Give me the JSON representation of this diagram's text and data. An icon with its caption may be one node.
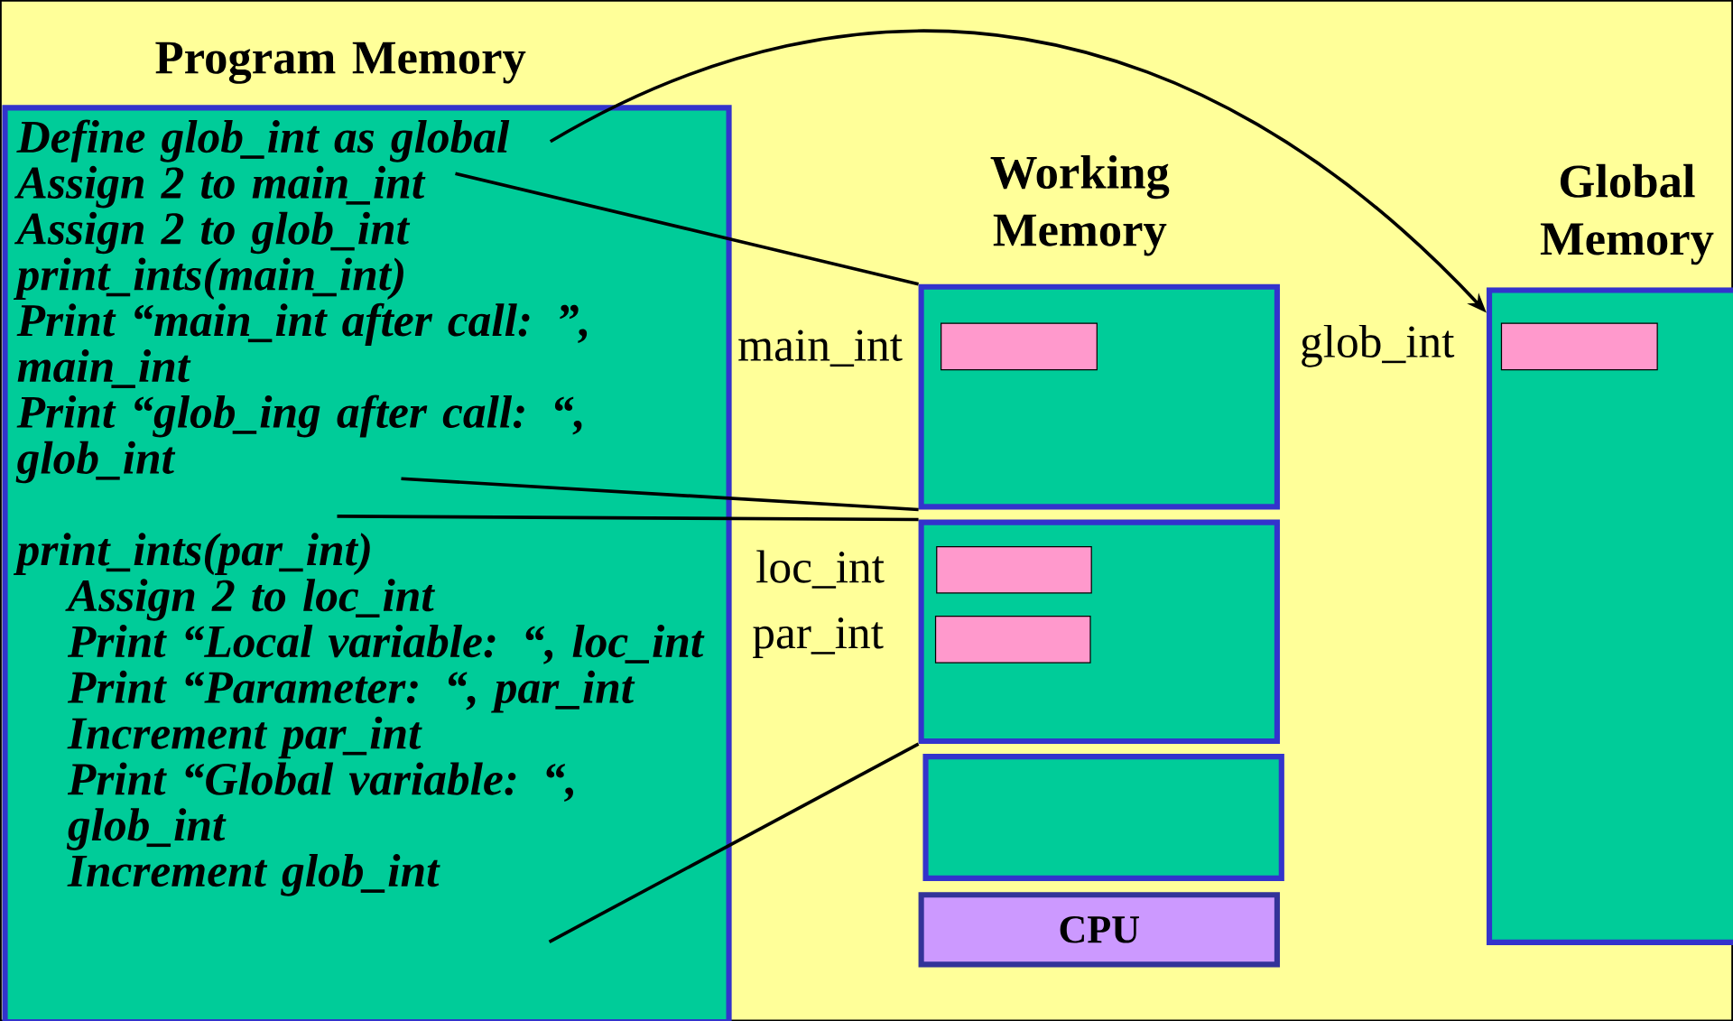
{
  "diagram": {
    "nodes": [
      {
        "text": [
          "Program Memory",
          "Define glob_int as global",
          "Assign 2 to main_int",
          "Assign 2 to glob_int",
          "print_ints(main_int)",
          "Print “main_int after call: ”, main_int",
          "Print “glob_ing after call: “, glob_int",
          "print_ints(par_int)",
          "Assign 2 to loc_int",
          "Print “Local variable: “, loc_int",
          "Print “Parameter: “, par_int",
          "Increment par_int",
          "Print “Global variable: “, glob_int",
          "Increment glob_int"
        ]
      },
      {
        "text": [
          "Working Memory"
        ]
      },
      {
        "text": [],
        "shape": "box",
        "in": 1
      },
      {
        "text": [],
        "shape": "box"
      },
      {
        "text": [],
        "shape": "box",
        "in": 3
      },
      {
        "text": [],
        "shape": "box",
        "in": 3
      },
      {
        "text": [],
        "shape": "box"
      },
      {
        "text": [
          "CPU"
        ]
      },
      {
        "text": [
          "Global Memory"
        ]
      },
      {
        "text": [],
        "shape": "box",
        "in": 8
      }
    ],
    "labels": [
      "main_int",
      "glob_int",
      "loc_int",
      "par_int"
    ],
    "edges": [
      {
        "from": 0,
        "to": 8,
        "arrow": "to"
      },
      {
        "from": 0,
        "to": 1,
        "arrow": "none"
      },
      {
        "from": 0,
        "to": 1,
        "arrow": "none"
      },
      {
        "from": 0,
        "to": 3,
        "arrow": "none"
      },
      {
        "from": 0,
        "to": 3,
        "arrow": "none"
      }
    ]
  }
}
